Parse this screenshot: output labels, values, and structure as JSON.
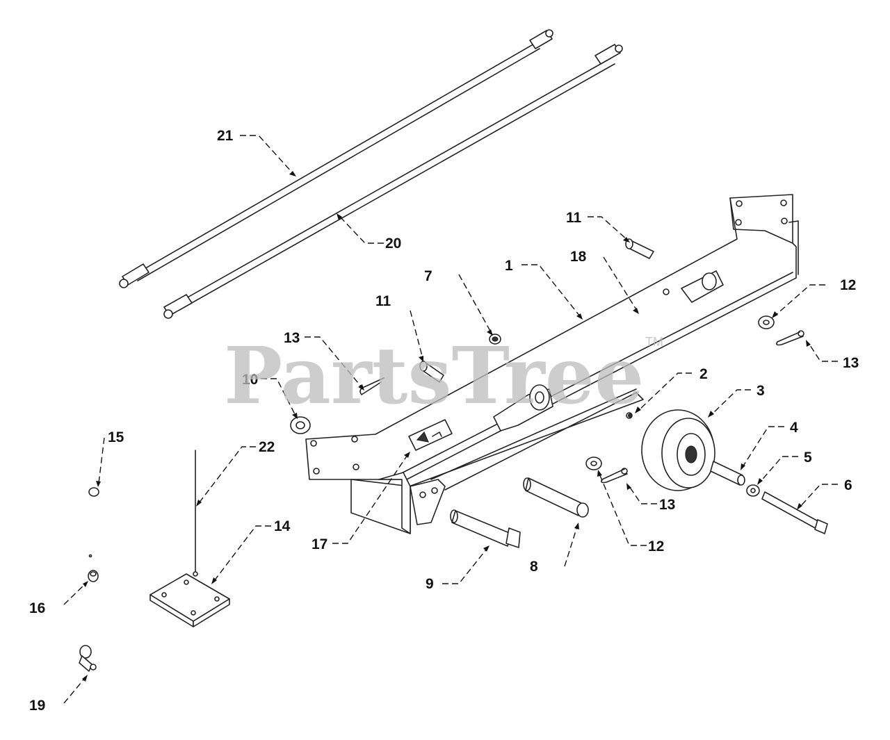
{
  "watermark": {
    "text": "PartsTree",
    "tm": "TM"
  },
  "callouts": {
    "c1": "1",
    "c2": "2",
    "c3": "3",
    "c4": "4",
    "c5": "5",
    "c6": "6",
    "c7": "7",
    "c8": "8",
    "c9": "9",
    "c10": "10",
    "c11a": "11",
    "c11b": "11",
    "c12a": "12",
    "c12b": "12",
    "c13a": "13",
    "c13b": "13",
    "c13c": "13",
    "c14": "14",
    "c15": "15",
    "c16": "16",
    "c17": "17",
    "c18": "18",
    "c19": "19",
    "c20": "20",
    "c21": "21",
    "c22": "22"
  }
}
